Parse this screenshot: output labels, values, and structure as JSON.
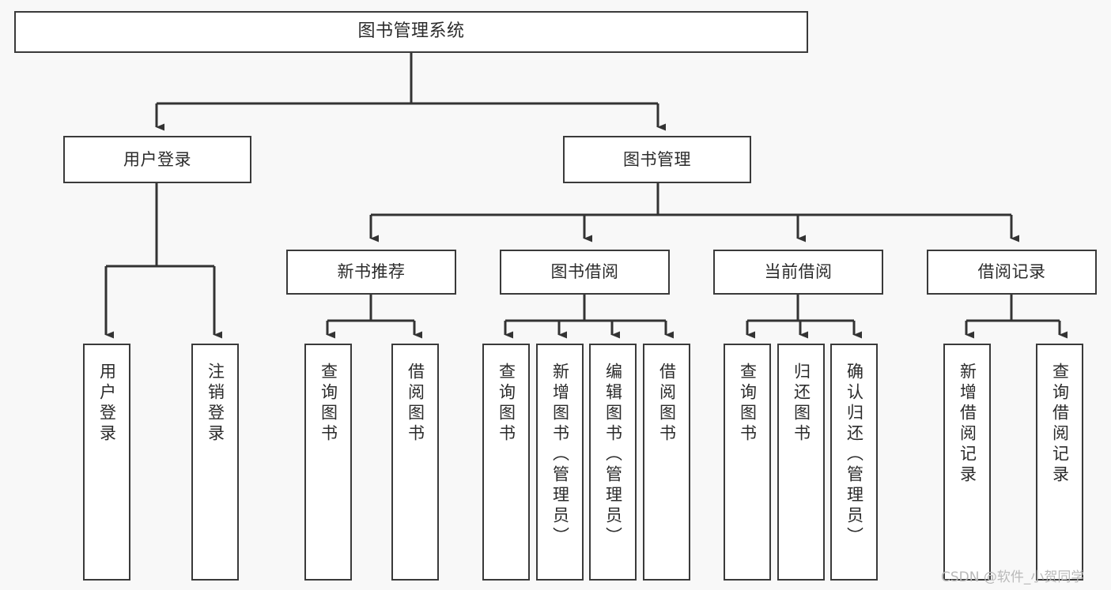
{
  "diagram": {
    "title": "图书管理系统",
    "type": "tree",
    "colors": {
      "background": "#f8f8f8",
      "node_fill": "#ffffff",
      "node_stroke": "#3a3a3a",
      "connector": "#333333",
      "text": "#2b2b2b",
      "watermark": "#b9b9b9"
    },
    "root": {
      "label": "图书管理系统"
    },
    "level2": [
      {
        "label": "用户登录"
      },
      {
        "label": "图书管理"
      }
    ],
    "level3": [
      {
        "label": "新书推荐"
      },
      {
        "label": "图书借阅"
      },
      {
        "label": "当前借阅"
      },
      {
        "label": "借阅记录"
      }
    ],
    "leaves": {
      "user_login": [
        {
          "label": "用户登录"
        },
        {
          "label": "注销登录"
        }
      ],
      "new_book_recommend": [
        {
          "label": "查询图书"
        },
        {
          "label": "借阅图书"
        }
      ],
      "book_borrow": [
        {
          "label": "查询图书"
        },
        {
          "label": "新增图书（管理员）"
        },
        {
          "label": "编辑图书（管理员）"
        },
        {
          "label": "借阅图书"
        }
      ],
      "current_borrow": [
        {
          "label": "查询图书"
        },
        {
          "label": "归还图书"
        },
        {
          "label": "确认归还（管理员）"
        }
      ],
      "borrow_record": [
        {
          "label": "新增借阅记录"
        },
        {
          "label": "查询借阅记录"
        }
      ]
    }
  },
  "watermark": {
    "text": "CSDN @软件_小贺同学"
  }
}
